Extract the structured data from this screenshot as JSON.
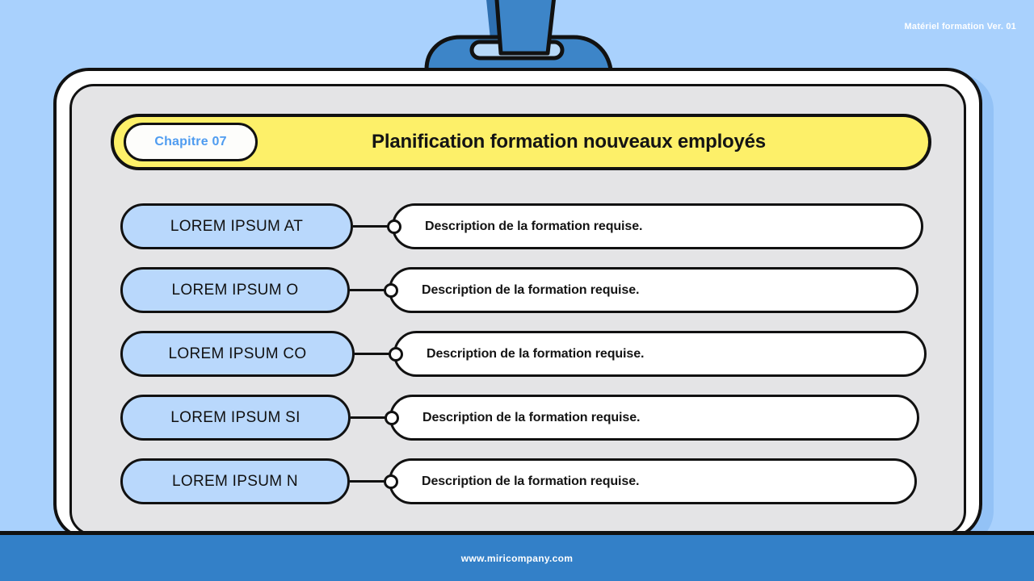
{
  "version_label": "Matériel formation Ver. 01",
  "header": {
    "chapter_label": "Chapitre 07",
    "title": "Planification formation nouveaux employés"
  },
  "rows": [
    {
      "label": "LOREM IPSUM AT",
      "description": "Description de la formation requise."
    },
    {
      "label": "LOREM IPSUM O",
      "description": "Description de la formation requise."
    },
    {
      "label": "LOREM IPSUM CO",
      "description": "Description de la formation requise."
    },
    {
      "label": "LOREM IPSUM SI",
      "description": "Description de la formation requise."
    },
    {
      "label": "LOREM IPSUM N",
      "description": "Description de la formation requise."
    }
  ],
  "footer": {
    "website": "www.miricompany.com"
  },
  "colors": {
    "background_blue": "#a9d1fd",
    "board_white": "#ffffff",
    "board_inner_gray": "#e4e4e6",
    "banner_yellow": "#fdf069",
    "pill_blue": "#b9d8fc",
    "chapter_text_blue": "#4f9cf0",
    "footer_blue": "#3380c8",
    "clip_blue": "#3d85c8",
    "clip_dark_blue": "#2e6fb0",
    "outline_black": "#111111"
  },
  "icons": {
    "clipboard_clip": "clipboard-clip-icon",
    "bullet_marker": "circle-marker-icon"
  }
}
